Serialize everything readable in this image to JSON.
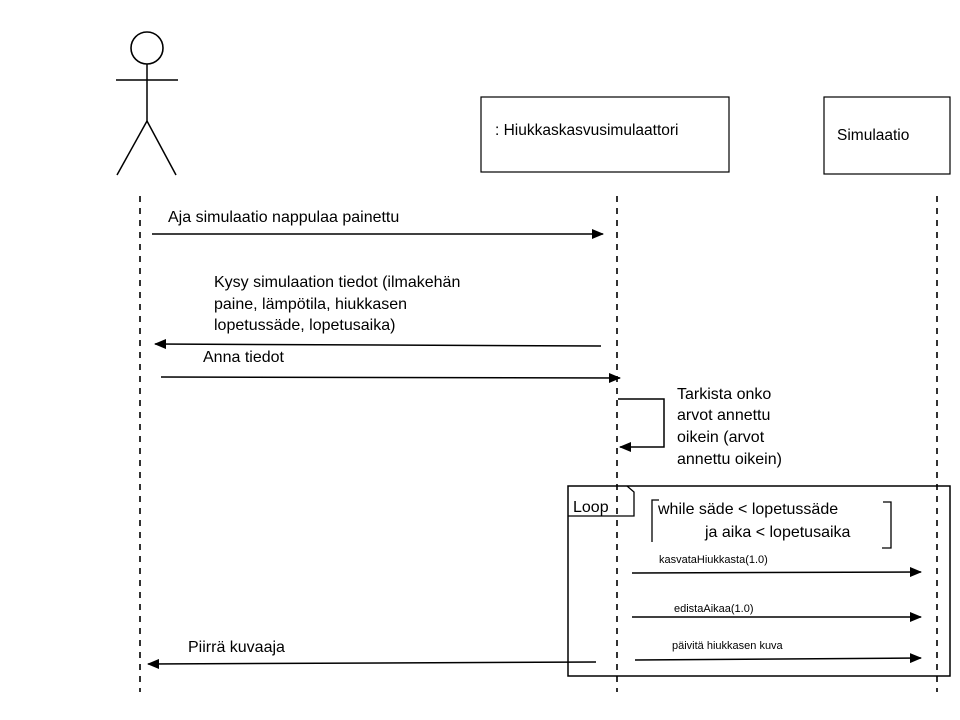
{
  "participants": {
    "controller": ": Hiukkaskasvusimulaattori",
    "simulation": "Simulaatio"
  },
  "messages": {
    "m1": "Aja simulaatio nappulaa painettu",
    "m2": [
      "Kysy simulaation tiedot (ilmakehän",
      "paine, lämpötila, hiukkasen",
      "lopetussäde, lopetusaika)"
    ],
    "m3": "Anna tiedot",
    "m4": [
      "Tarkista onko",
      "arvot annettu",
      "oikein (arvot",
      "annettu oikein)"
    ],
    "m5": "kasvataHiukkasta(1.0)",
    "m6": "edistaAikaa(1.0)",
    "m7": "päivitä hiukkasen kuva",
    "m8": "Piirrä kuvaaja"
  },
  "loop": {
    "label": "Loop",
    "guard": [
      "while säde < lopetussäde",
      "ja aika < lopetusaika"
    ]
  }
}
